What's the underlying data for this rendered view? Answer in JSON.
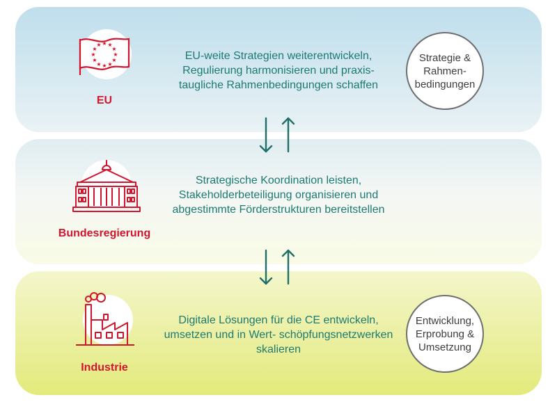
{
  "colors": {
    "accent_red": "#d1152f",
    "text_teal": "#1c7a72",
    "arrow_teal": "#1e6e6a",
    "circle_text": "#3d3d3d"
  },
  "levels": [
    {
      "label": "EU",
      "icon": "eu-flag-icon",
      "description": "EU-weite Strategien weiterentwickeln, Regulierung harmonisieren und praxis- taugliche Rahmenbedingungen schaffen"
    },
    {
      "label": "Bundesregierung",
      "icon": "government-building-icon",
      "description": "Strategische Koordination leisten, Stakeholderbeteiligung organisieren und abgestimmte Förderstrukturen bereitstellen"
    },
    {
      "label": "Industrie",
      "icon": "factory-icon",
      "description": "Digitale Lösungen für die CE entwickeln, umsetzen und in Wert- schöpfungsnetzwerken skalieren"
    }
  ],
  "circles": [
    {
      "text": "Strategie &\nRahmen-\nbedingungen"
    },
    {
      "text": "Entwicklung,\nErprobung &\nUmsetzung"
    }
  ],
  "arrows": [
    {
      "icon": "down-up-arrows-icon"
    },
    {
      "icon": "down-up-arrows-icon"
    }
  ]
}
